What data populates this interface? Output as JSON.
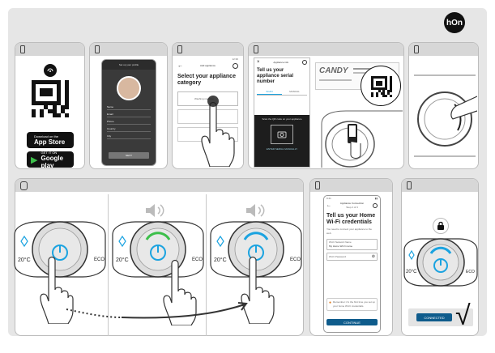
{
  "brand": {
    "logo_text": "hOn"
  },
  "step1": {
    "app_store": {
      "line1": "Download on the",
      "line2": "App Store"
    },
    "google_play": {
      "line1": "GET IT ON",
      "line2": "Google play"
    }
  },
  "step2": {
    "screen_title": "Set up your profile",
    "fields": [
      "Name",
      "Email",
      "Phone",
      "Country",
      "City"
    ],
    "button": "NEXT"
  },
  "step3": {
    "status_time": "12:30",
    "screen_title": "Add appliance",
    "heading": "Select your appliance category",
    "items": [
      "Washing machine"
    ]
  },
  "step4": {
    "screen_title": "Appliance info",
    "heading": "Tell us your appliance serial number",
    "tabs": [
      "SCAN",
      "MANUAL"
    ],
    "scan_hint": "Scan the QR code on your appliance",
    "scan_link": "ENTER SERIAL MANUALLY",
    "brand_label": "CANDY"
  },
  "step7": {
    "status_time": "9:41",
    "screen_title": "Appliance Connection",
    "screen_subtitle": "Step 2 of 3",
    "heading": "Tell us your Home Wi-Fi credentials",
    "description": "You need to connect your appliance to the web.",
    "field1_label": "Wi-Fi Network Name",
    "field1_value": "My Home Wi-Fi name",
    "field2_label": "Wi-Fi Password",
    "notice": "Remember: it's the first time you set up your home Wi-Fi credentials.",
    "button": "CONTINUE"
  },
  "step8": {
    "status": "CONNECTED"
  },
  "dial": {
    "temp": "20°C",
    "eco": "ECO"
  },
  "colors": {
    "accent_blue": "#1ba3e0",
    "accent_green": "#3cbf4a",
    "button_blue": "#0f5c8c",
    "panel_header": "#d7d7d7"
  }
}
